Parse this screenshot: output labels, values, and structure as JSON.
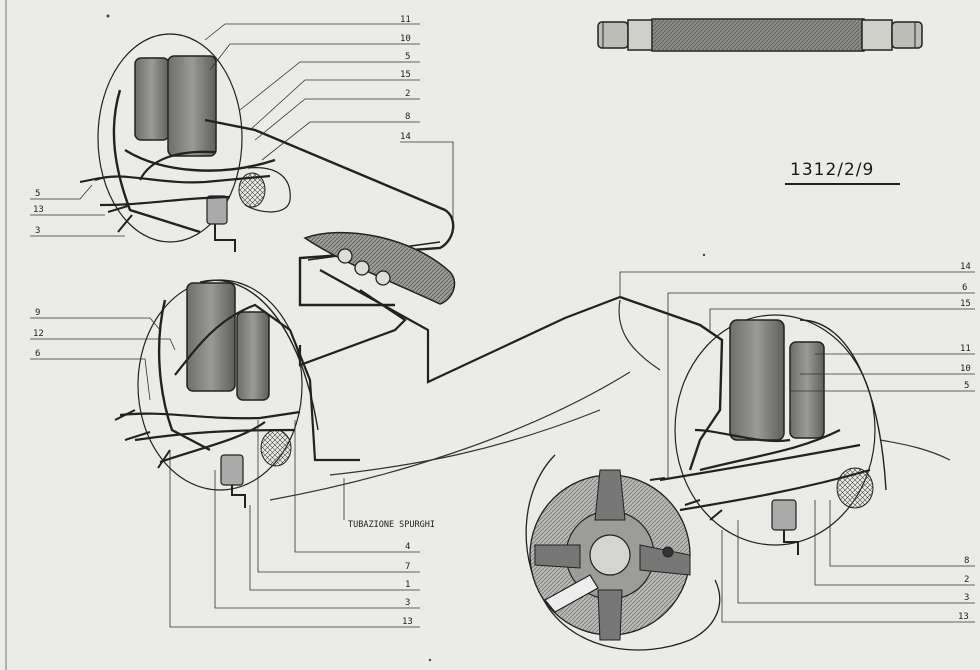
{
  "drawing": {
    "reference": "1312/2/9",
    "caption": "TUBAZIONE SPURGHI",
    "callouts": {
      "top_right": [
        "11",
        "10",
        "5",
        "15",
        "2",
        "8",
        "14"
      ],
      "top_left": [
        "5",
        "13",
        "3"
      ],
      "mid_left": [
        "9",
        "12",
        "6"
      ],
      "mid_bottom": [
        "4",
        "7",
        "1",
        "3",
        "13"
      ],
      "right": [
        "14",
        "6",
        "15",
        "11",
        "10",
        "5",
        "8",
        "2",
        "3",
        "13"
      ]
    }
  }
}
